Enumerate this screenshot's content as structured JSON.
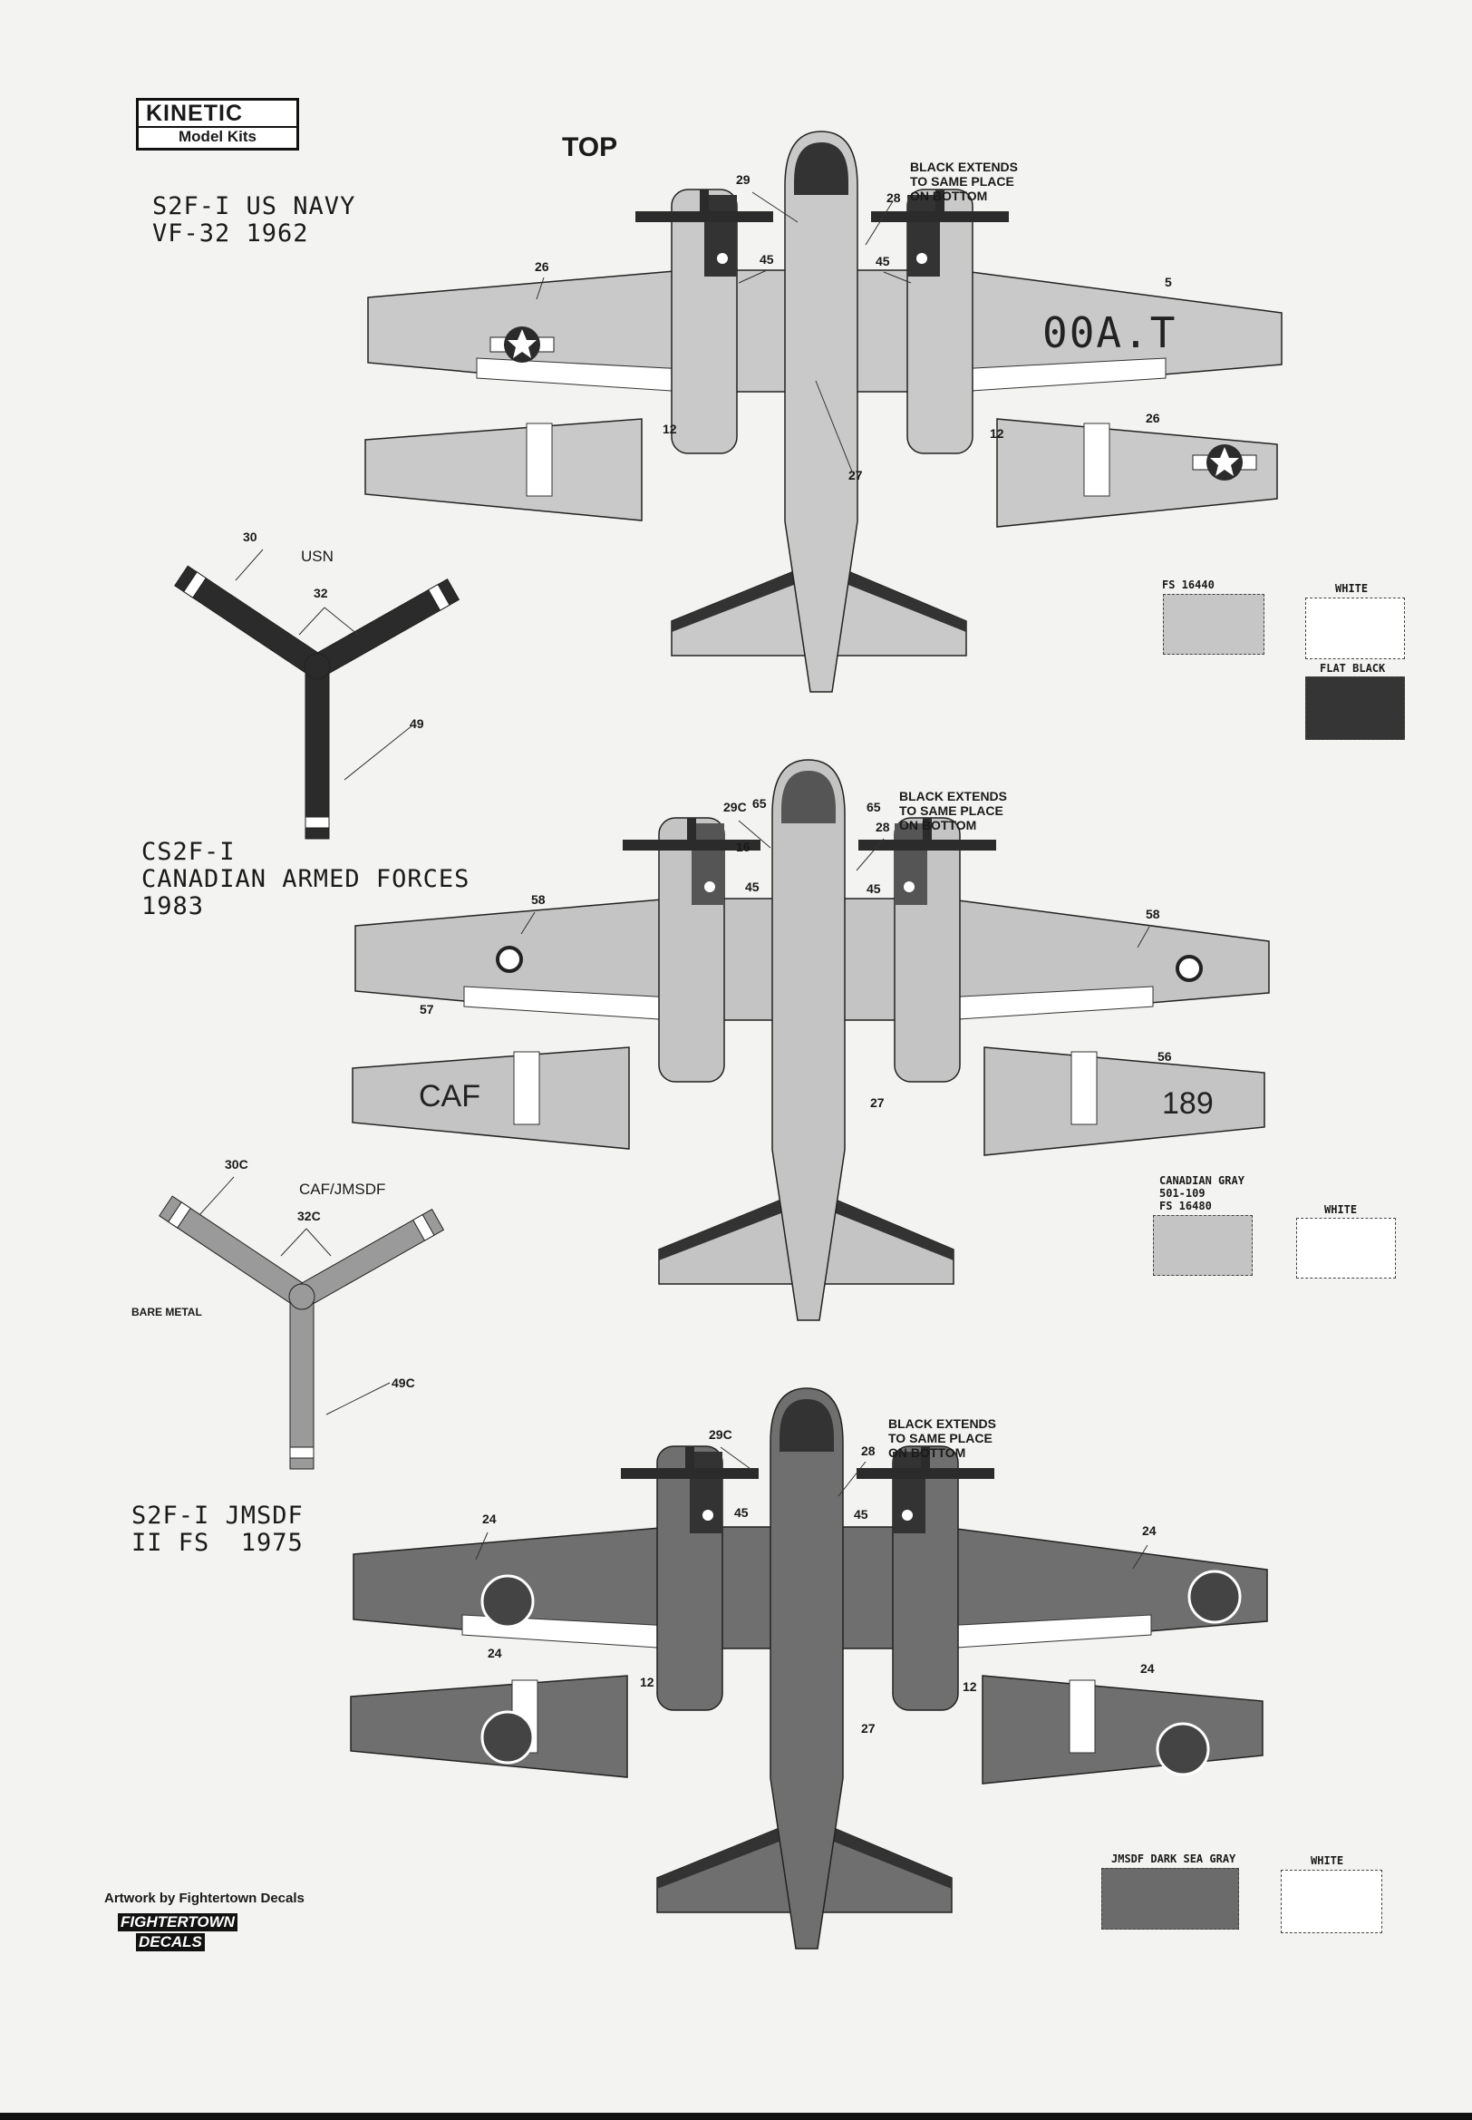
{
  "brand": {
    "name": "KINETIC",
    "subtitle": "Model Kits"
  },
  "view_label": "TOP",
  "note_black_extends": "BLACK EXTENDS\nTO SAME PLACE\nON BOTTOM",
  "schemes": [
    {
      "title": "S2F-I US NAVY\nVF-32 1962",
      "aircraft_color": "#c9c9c9",
      "codes": {
        "tail_code": "00A.T"
      },
      "callouts": [
        "29",
        "28",
        "45",
        "45",
        "26",
        "5",
        "12",
        "12",
        "27",
        "26"
      ],
      "propeller": {
        "labels": [
          "30",
          "USN",
          "32",
          "49"
        ],
        "blade_color": "#2b2b2b",
        "tip_color": "#ffffff"
      },
      "swatches": [
        {
          "label": "FS 16440",
          "color": "#c6c6c6"
        },
        {
          "label": "WHITE",
          "color": "#ffffff"
        },
        {
          "label": "FLAT BLACK",
          "color": "#353535"
        }
      ]
    },
    {
      "title": "CS2F-I\nCANADIAN ARMED FORCES\n1983",
      "aircraft_color": "#c4c4c4",
      "codes": {
        "wing_left": "CAF",
        "wing_right": "189"
      },
      "callouts": [
        "29C",
        "65",
        "65",
        "28",
        "16",
        "45",
        "45",
        "58",
        "58",
        "57",
        "56",
        "27"
      ],
      "propeller": {
        "labels": [
          "30C",
          "CAF/JMSDF",
          "32C",
          "BARE METAL",
          "49C"
        ],
        "blade_color": "#9a9a9a",
        "tip_color": "#ffffff"
      },
      "swatches": [
        {
          "label": "CANADIAN GRAY\n501-109\nFS 16480",
          "color": "#c4c4c4"
        },
        {
          "label": "WHITE",
          "color": "#ffffff"
        }
      ]
    },
    {
      "title": "S2F-I JMSDF\nII FS  1975",
      "aircraft_color": "#6f6f6f",
      "callouts": [
        "29C",
        "28",
        "45",
        "45",
        "24",
        "24",
        "24",
        "24",
        "12",
        "12",
        "27"
      ],
      "swatches": [
        {
          "label": "JMSDF DARK SEA GRAY",
          "color": "#6b6b6b"
        },
        {
          "label": "WHITE",
          "color": "#ffffff"
        }
      ]
    }
  ],
  "credit": "Artwork by Fightertown Decals",
  "credit_logo": [
    "FIGHTERTOWN",
    "DECALS"
  ]
}
